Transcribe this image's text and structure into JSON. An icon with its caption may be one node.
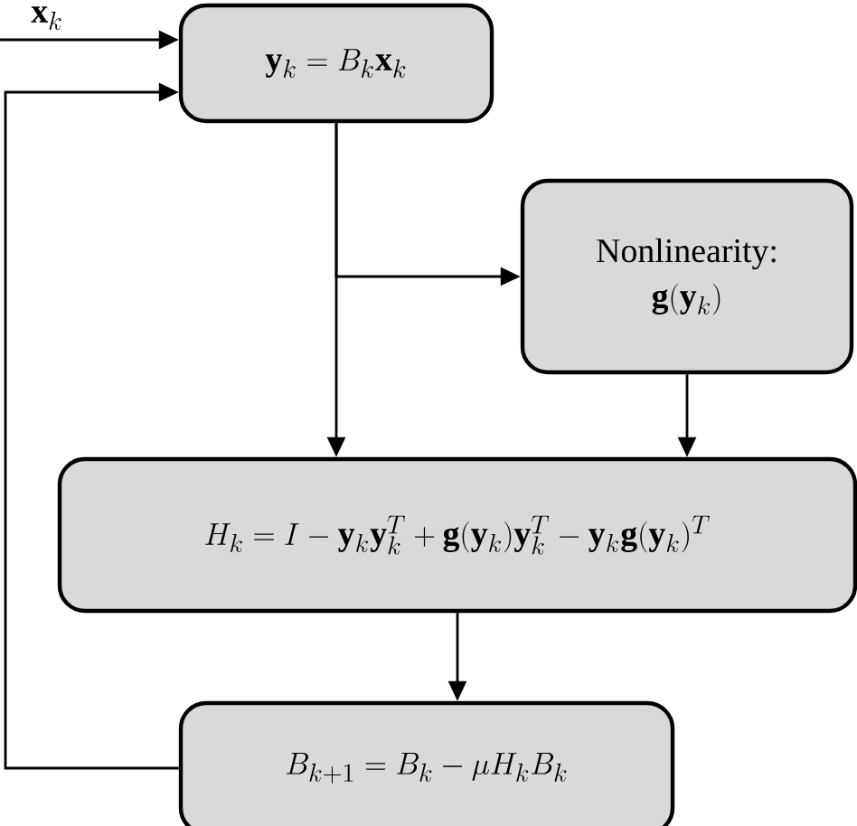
{
  "diagram": {
    "nodes": [
      {
        "text": [
          "\\mathbf{y}_k = B_k\\mathbf{x}_k"
        ]
      },
      {
        "text": [
          "Nonlinearity:",
          "\\mathbf{g}(\\mathbf{y}_k)"
        ]
      },
      {
        "text": [
          "H_k = I - \\mathbf{y}_k\\mathbf{y}_k^T + \\mathbf{g}(\\mathbf{y}_k)\\mathbf{y}_k^T - \\mathbf{y}_k\\mathbf{g}(\\mathbf{y}_k)^T"
        ]
      },
      {
        "text": [
          "B_{k+1} = B_k - \\mu H_k B_k"
        ]
      }
    ],
    "edges": [
      {
        "from": null,
        "to": 0,
        "arrow": "to",
        "label": "\\mathbf{x}_k"
      },
      {
        "from": 0,
        "to": 2,
        "arrow": "to"
      },
      {
        "from": 0,
        "to": 1,
        "arrow": "to"
      },
      {
        "from": 1,
        "to": 2,
        "arrow": "to"
      },
      {
        "from": 2,
        "to": 3,
        "arrow": "to"
      },
      {
        "from": 3,
        "to": 0,
        "arrow": "to"
      }
    ]
  }
}
